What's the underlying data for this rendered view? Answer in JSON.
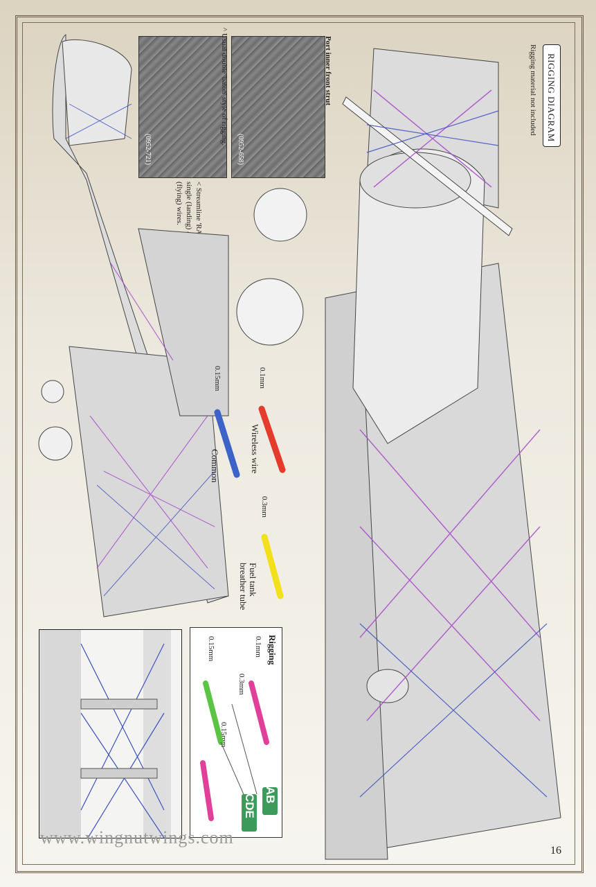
{
  "diagram": {
    "title": "RIGGING DIAGRAM",
    "note": "Rigging material not included"
  },
  "photos": [
    {
      "caption": "^ Usual double 'baton' style of rigging.",
      "id_label": "(0952-721)"
    },
    {
      "caption": "Port inner front strut",
      "id_label": "(0952-658)"
    }
  ],
  "streamline_note": "< Streamline 'RAF' style single (landing) and double (flying) wires.",
  "wire_legend": [
    {
      "size": "0.1mm",
      "label": "Wireless wire",
      "color": "#e53b2c"
    },
    {
      "size": "0.3mm",
      "label": "Fuel tank breather tube",
      "color": "#f2e01a"
    },
    {
      "size": "0.15mm",
      "label": "Common",
      "color": "#3b63c8"
    }
  ],
  "rigging_box": {
    "title": "Rigging",
    "wires": [
      {
        "size": "0.1mm",
        "color": "#e0409a"
      },
      {
        "size": "0.3mm",
        "color": "#e0409a"
      },
      {
        "size": "0.15mm",
        "color": "#5cc445"
      },
      {
        "size": "0.15mm",
        "color": "#e0409a"
      }
    ],
    "tags": [
      "AB",
      "CDE"
    ]
  },
  "watermark": "www.wingnutwings.com",
  "page_number": "16",
  "colors": {
    "frame": "#6b5a48",
    "tag_green": "#3c9a5a",
    "purple": "#a94bc8",
    "blue": "#3b4fc0"
  }
}
